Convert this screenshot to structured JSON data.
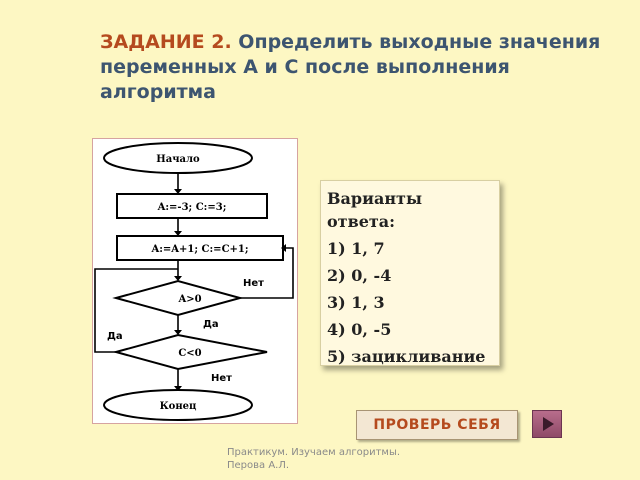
{
  "task": {
    "lead": "ЗАДАНИЕ 2.",
    "text": " Определить выходные значения переменных A и C после выполнения алгоритма"
  },
  "flowchart": {
    "start": "Начало",
    "init": "A:=-3; C:=3;",
    "update": "A:=A+1; C:=C+1;",
    "cond1": "A>0",
    "cond1_no": "Нет",
    "cond1_yes": "Да",
    "cond2": "C<0",
    "cond2_yes": "Да",
    "cond2_no": "Нет",
    "end": "Конец"
  },
  "answers": {
    "line1": "Варианты",
    "line2": "ответа:",
    "options": [
      "1) 1, 7",
      "2) 0, -4",
      "3) 1, 3",
      "4) 0, -5",
      "5) зацикливание"
    ]
  },
  "check_button": "ПРОВЕРЬ СЕБЯ",
  "next_button_icon": "play-icon",
  "footer": {
    "line1": "Практикум. Изучаем алгоритмы.",
    "line2": "Перова А.Л."
  },
  "colors": {
    "background": "#fdf7c3",
    "title": "#3d5570",
    "accent": "#b54a1e"
  }
}
